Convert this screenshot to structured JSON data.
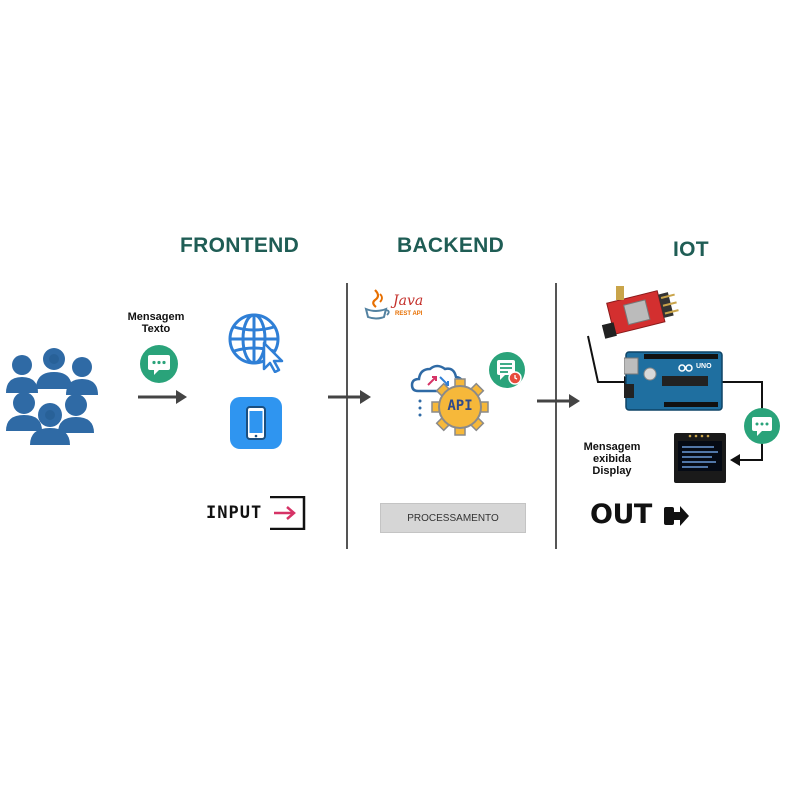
{
  "sections": {
    "frontend": "FRONTEND",
    "backend": "BACKEND",
    "iot": "IOT"
  },
  "frontend": {
    "message_line1": "Mensagem",
    "message_line2": "Texto",
    "input_label_a": "INP",
    "input_label_b": "UT"
  },
  "backend": {
    "java_label": "Java",
    "rest_api_label": "REST API",
    "api_label": "API",
    "processing_label": "PROCESSAMENTO"
  },
  "iot": {
    "display_line1": "Mensagem",
    "display_line2": "exibida",
    "display_line3": "Display",
    "output_label": "OUT",
    "board_label": "UNO"
  },
  "colors": {
    "title": "#1f5d55",
    "users": "#2f6aa5",
    "chat_bubble": "#2aa37a",
    "web_icon": "#2f7fd6",
    "phone_tile": "#2f95f0",
    "api_gear": "#f6b83a",
    "arduino": "#1f6fa0"
  }
}
